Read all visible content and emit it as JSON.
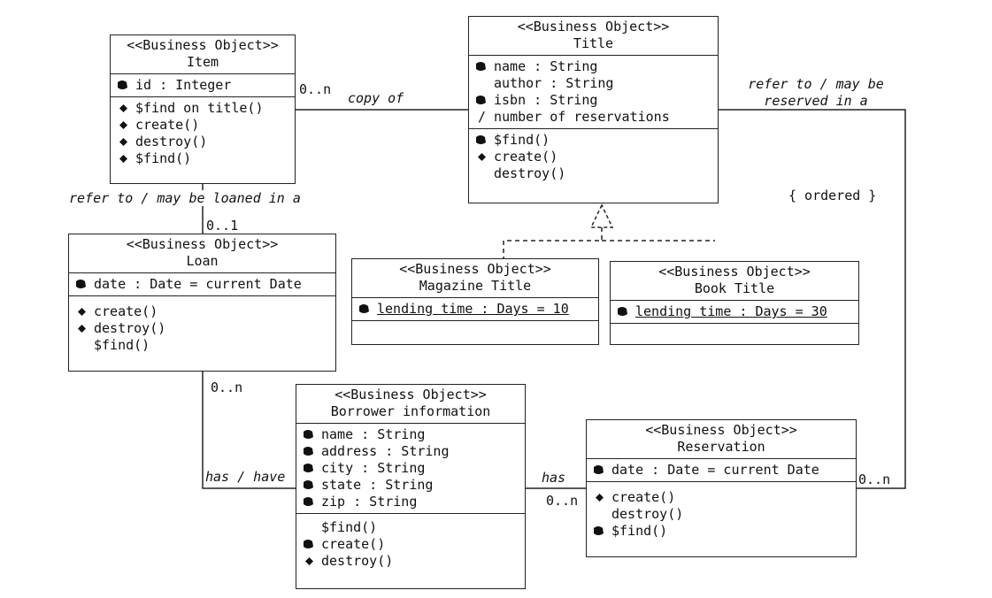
{
  "classes": {
    "item": {
      "stereotype": "<<Business Object>>",
      "name": "Item",
      "attributes": [
        "id : Integer"
      ],
      "operations": [
        "$find on title()",
        "create()",
        "destroy()",
        "$find()"
      ]
    },
    "title": {
      "stereotype": "<<Business Object>>",
      "name": "Title",
      "attributes": [
        "name : String",
        "author : String",
        "isbn : String",
        "/ number of reservations"
      ],
      "operations": [
        "$find()",
        "create()",
        "destroy()"
      ]
    },
    "loan": {
      "stereotype": "<<Business Object>>",
      "name": "Loan",
      "attributes": [
        "date : Date = current Date"
      ],
      "operations": [
        "create()",
        "destroy()",
        "$find()"
      ]
    },
    "magazine": {
      "stereotype": "<<Business Object>>",
      "name": "Magazine Title",
      "attributes": [
        "lending time : Days = 10"
      ]
    },
    "book": {
      "stereotype": "<<Business Object>>",
      "name": "Book Title",
      "attributes": [
        "lending time : Days = 30"
      ]
    },
    "borrower": {
      "stereotype": "<<Business Object>>",
      "name": "Borrower information",
      "attributes": [
        "name : String",
        "address : String",
        "city : String",
        "state : String",
        "zip : String"
      ],
      "operations": [
        "$find()",
        "create()",
        "destroy()"
      ]
    },
    "reservation": {
      "stereotype": "<<Business Object>>",
      "name": "Reservation",
      "attributes": [
        "date : Date = current Date"
      ],
      "operations": [
        "create()",
        "destroy()",
        "$find()"
      ]
    }
  },
  "labels": {
    "item_title_mult": "0..n",
    "copy_of": "copy of",
    "refer_reserved": "refer to / may be reserved in a",
    "ordered": "{ ordered }",
    "refer_loaned": "refer to / may be loaned in a",
    "loan_item_mult": "0..1",
    "loan_borrower_mult": "0..n",
    "has_have": "has / have",
    "has": "has",
    "borrower_reservation_mult": "0..n",
    "reservation_title_mult": "0..n"
  }
}
